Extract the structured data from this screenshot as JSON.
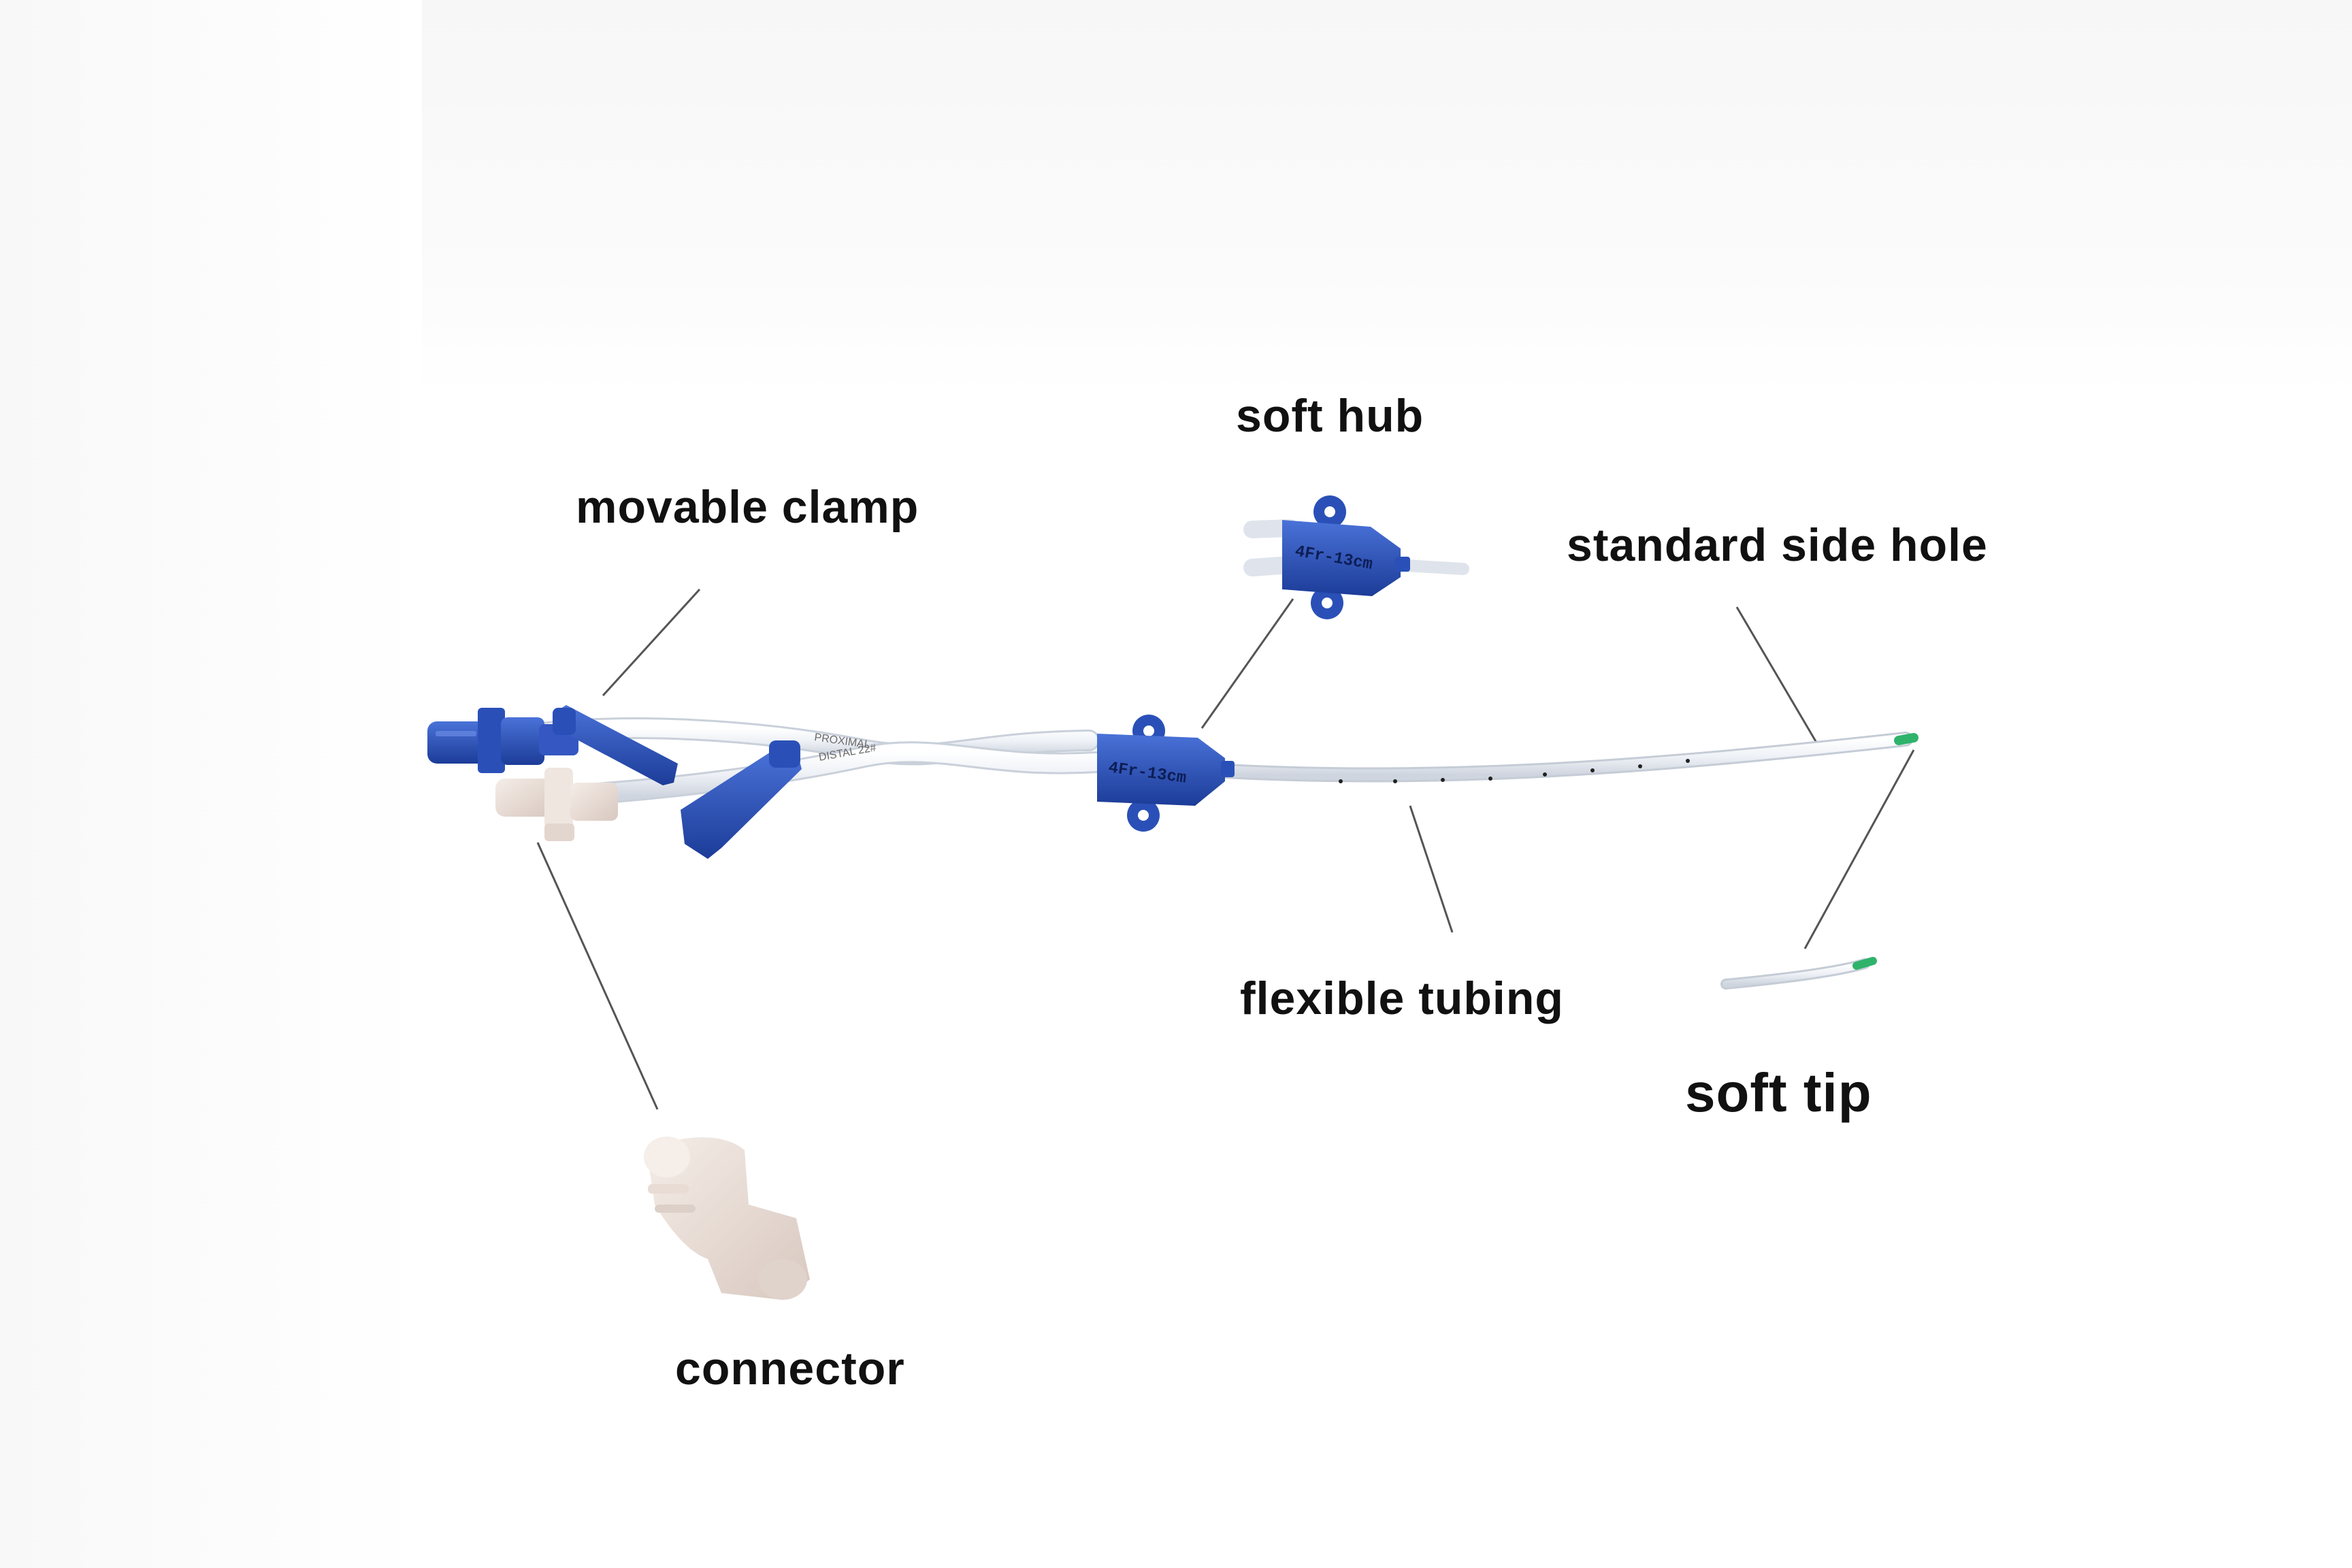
{
  "labels": {
    "soft_hub": "soft hub",
    "movable_clamp": "movable clamp",
    "standard_side_hole": "standard side hole",
    "flexible_tubing": "flexible tubing",
    "soft_tip": "soft tip",
    "connector": "connector"
  },
  "device_markings": {
    "hub_size": "4Fr-13cm",
    "proximal": "PROXIMAL",
    "distal": "DISTAL 22#"
  },
  "colors": {
    "hub_blue": "#2a50b8",
    "tip_green": "#2fb36b",
    "tubing_white": "#f2f4f8",
    "connector_beige": "#e8dcd5",
    "leader_line": "#555555",
    "label_text": "#111111"
  }
}
